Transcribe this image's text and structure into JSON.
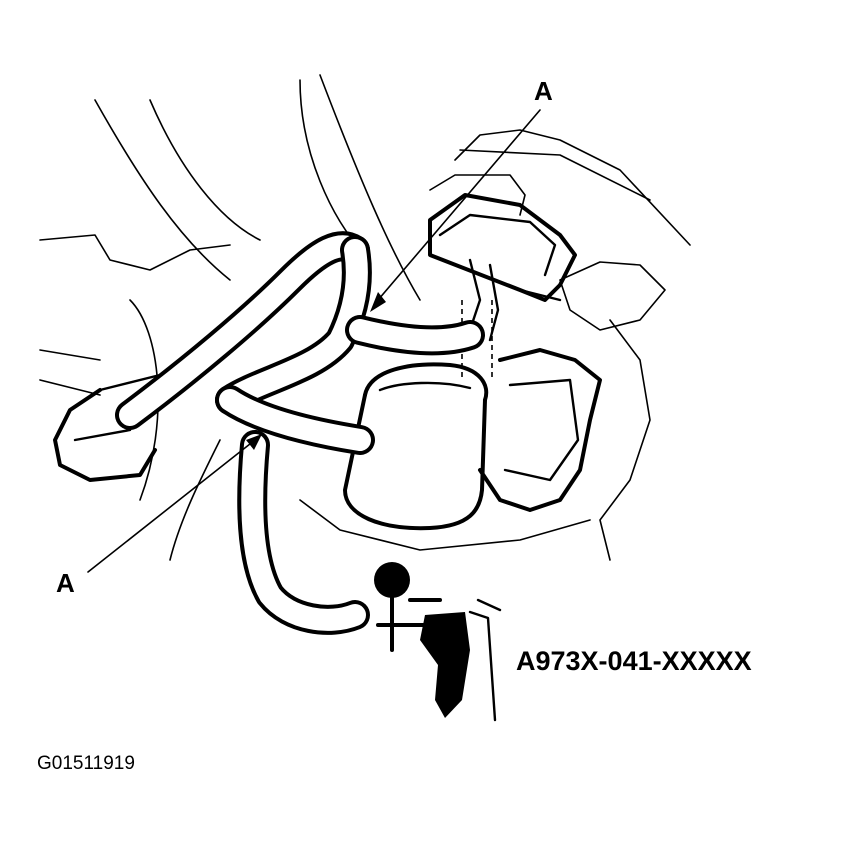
{
  "labels": {
    "callout_top": "A",
    "callout_left": "A",
    "tool_part_number": "A973X-041-XXXXX",
    "figure_code": "G01511919"
  },
  "colors": {
    "ink": "#000000",
    "paper": "#ffffff"
  }
}
